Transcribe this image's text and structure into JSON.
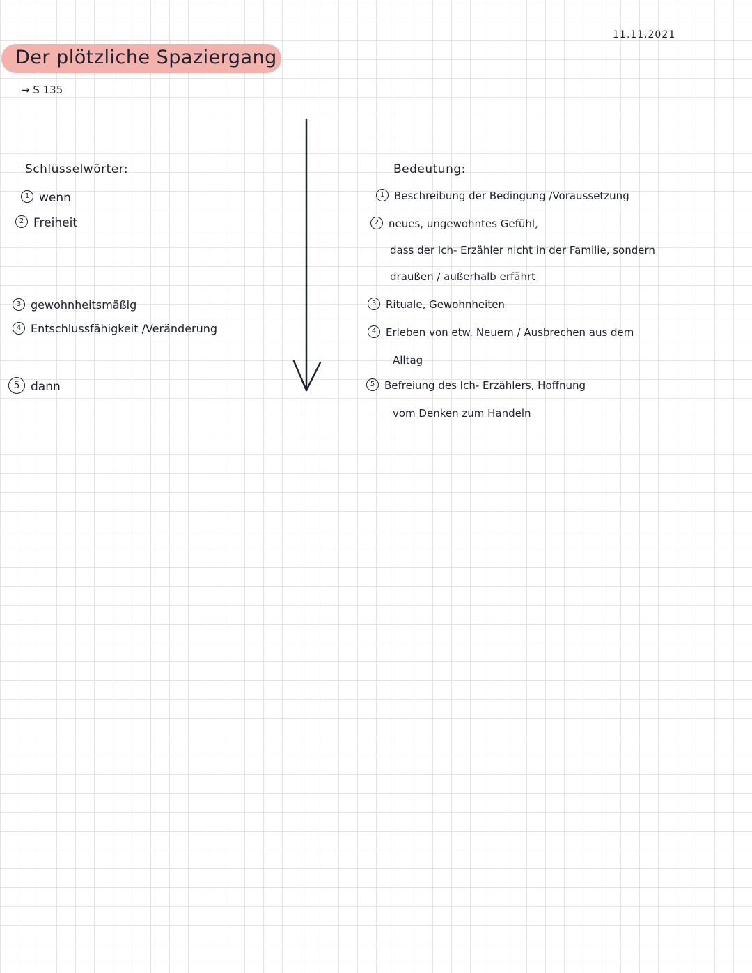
{
  "date": "11.11.2021",
  "title": "Der plötzliche Spaziergang",
  "page_ref": "→ S 135",
  "keywords": {
    "heading": "Schlüsselwörter:",
    "items": [
      {
        "num": "1",
        "text": "wenn"
      },
      {
        "num": "2",
        "text": "Freiheit"
      },
      {
        "num": "3",
        "text": "gewohnheitsmäßig"
      },
      {
        "num": "4",
        "text": "Entschlussfähigkeit /Veränderung"
      },
      {
        "num": "5",
        "text": "dann"
      }
    ]
  },
  "meaning": {
    "heading": "Bedeutung:",
    "items": [
      {
        "num": "1",
        "lines": [
          "Beschreibung der Bedingung /Voraussetzung"
        ]
      },
      {
        "num": "2",
        "lines": [
          "neues, ungewohntes Gefühl,",
          "dass der Ich- Erzähler nicht in der Familie, sondern",
          "draußen / außerhalb erfährt"
        ]
      },
      {
        "num": "3",
        "lines": [
          "Rituale, Gewohnheiten"
        ]
      },
      {
        "num": "4",
        "lines": [
          "Erleben von etw. Neuem / Ausbrechen aus dem",
          "Alltag"
        ]
      },
      {
        "num": "5",
        "lines": [
          "Befreiung des Ich- Erzählers, Hoffnung",
          "vom Denken zum Handeln"
        ]
      }
    ]
  }
}
